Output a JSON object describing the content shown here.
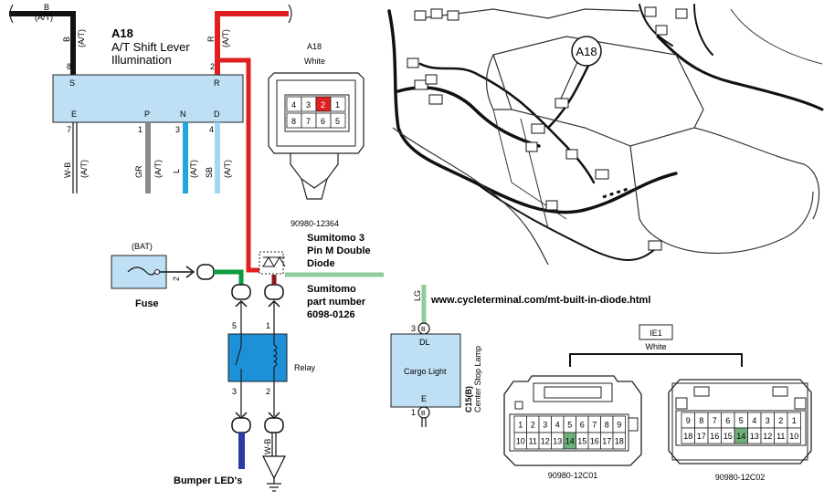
{
  "a18": {
    "id": "A18",
    "name_line1": "A/T Shift Lever",
    "name_line2": "Illumination",
    "pins": {
      "S": "S",
      "R": "R",
      "E": "E",
      "P": "P",
      "N": "N",
      "D": "D"
    },
    "pin_numbers": {
      "s": "8",
      "r": "2",
      "e": "7",
      "p": "1",
      "n": "3",
      "d": "4"
    }
  },
  "wires": {
    "top_b": "B",
    "top_b_at": "(A/T)",
    "s_color": "B",
    "s_at": "(A/T)",
    "r_color": "R",
    "r_at": "(A/T)",
    "e_color": "W-B",
    "e_at": "(A/T)",
    "p_color": "GR",
    "p_at": "(A/T)",
    "n_color": "L",
    "n_at": "(A/T)",
    "d_color": "SB",
    "d_at": "(A/T)",
    "lg_top": "LG",
    "lg_mid": "LG",
    "ground_wire": "W-B"
  },
  "connector_a18": {
    "id": "A18",
    "color": "White",
    "part_number": "90980-12364",
    "pins_top": [
      "4",
      "3",
      "2",
      "1"
    ],
    "pins_bottom": [
      "8",
      "7",
      "6",
      "5"
    ]
  },
  "diode": {
    "line1": "Sumitomo 3",
    "line2": "Pin M Double",
    "line3": "Diode",
    "pn_line1": "Sumitomo",
    "pn_line2": "part number",
    "pn_line3": "6098-0126"
  },
  "fuse": {
    "bat": "(BAT)",
    "label": "Fuse",
    "pin": "2"
  },
  "relay": {
    "label": "Relay",
    "pin5": "5",
    "pin1": "1",
    "pin3": "3",
    "pin2": "2"
  },
  "ie1": {
    "id": "IE1",
    "pin": "14",
    "color": "White"
  },
  "cargo": {
    "label": "Cargo Light",
    "dl": "DL",
    "e": "E",
    "pin3": "3",
    "pin1": "1",
    "pin_b_top": "B",
    "pin_b_bottom": "B",
    "ref": "C15(B)",
    "ref_desc": "Center Stop Lamp"
  },
  "url": "www.cycleterminal.com/mt-built-in-diode.html",
  "bumper_label": "Bumper LED's",
  "locator": {
    "callout": "A18"
  },
  "conn_left": {
    "part_number": "90980-12C01",
    "row1": [
      "1",
      "2",
      "3",
      "4",
      "5",
      "6",
      "7",
      "8",
      "9"
    ],
    "row2": [
      "10",
      "11",
      "12",
      "13",
      "14",
      "15",
      "16",
      "17",
      "18"
    ],
    "highlight": "14"
  },
  "conn_right": {
    "part_number": "90980-12C02",
    "row1": [
      "9",
      "8",
      "7",
      "6",
      "5",
      "4",
      "3",
      "2",
      "1"
    ],
    "row2": [
      "18",
      "17",
      "16",
      "15",
      "14",
      "13",
      "12",
      "11",
      "10"
    ],
    "highlight": "14"
  },
  "colors": {
    "black": "#111111",
    "red": "#e02020",
    "dark_red": "#8b1a1a",
    "green": "#0a9b3a",
    "light_green": "#8fcc9c",
    "navy": "#2a3aa8",
    "grey": "#8a8a8a",
    "blue_l": "#1fa8e0",
    "sky": "#9fd8f2",
    "box_fill": "#bfe0f4",
    "relay_fill": "#1e90d8",
    "highlight": "#6fb07a"
  }
}
